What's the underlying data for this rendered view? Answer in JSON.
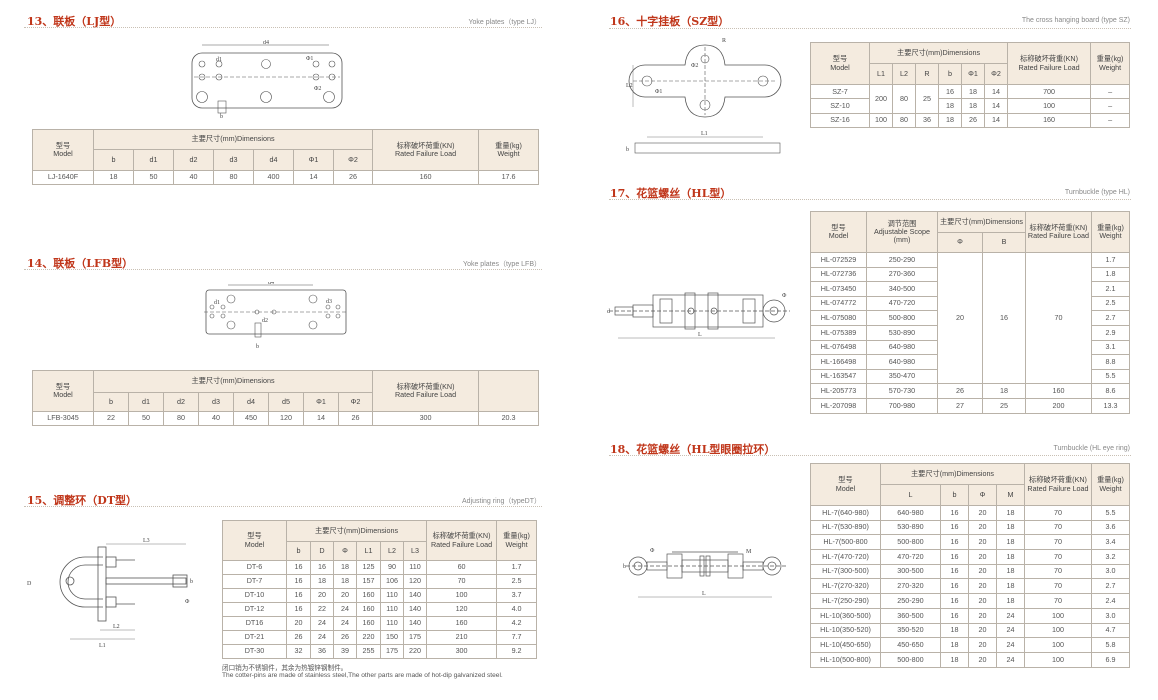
{
  "colors": {
    "title": "#c0361a",
    "header_bg": "#f4ebdf",
    "border": "#b9b2a8"
  },
  "sections": {
    "s13": {
      "title": "13、联板（LJ型）",
      "subtitle": "Yoke plates（type LJ）",
      "drawing_labels": {
        "d4": "d4",
        "d1": "d1",
        "d2": "d2",
        "d3": "d3",
        "phi1": "Φ1",
        "phi2": "Φ2",
        "b": "b"
      },
      "table": {
        "head": [
          {
            "t": "型号\nModel",
            "rs": 2
          },
          {
            "t": "主要尺寸(mm)Dimensions",
            "cs": 7
          },
          {
            "t": "标称破坏荷重(KN)\nRated Failure Load",
            "rs": 2
          },
          {
            "t": "重量(kg)\nWeight",
            "rs": 2
          }
        ],
        "sub": [
          "b",
          "d1",
          "d2",
          "d3",
          "d4",
          "Φ1",
          "Φ2"
        ],
        "rows": [
          [
            "LJ-1640F",
            "18",
            "50",
            "40",
            "80",
            "400",
            "14",
            "26",
            "160",
            "17.6"
          ]
        ]
      }
    },
    "s14": {
      "title": "14、联板（LFB型）",
      "subtitle": "Yoke plates（type LFB）",
      "drawing_labels": {
        "d4": "d4",
        "d1": "d1",
        "d2": "d2",
        "d3": "d3",
        "b": "b"
      },
      "table": {
        "head": [
          {
            "t": "型号\nModel",
            "rs": 2
          },
          {
            "t": "主要尺寸(mm)Dimensions",
            "cs": 8
          },
          {
            "t": "标称破坏荷重(KN)\nRated Failure Load",
            "rs": 2
          },
          {
            "t": "",
            "rs": 2
          }
        ],
        "sub": [
          "b",
          "d1",
          "d2",
          "d3",
          "d4",
          "d5",
          "Φ1",
          "Φ2"
        ],
        "rows": [
          [
            "LFB-3045",
            "22",
            "50",
            "80",
            "40",
            "450",
            "120",
            "14",
            "26",
            "300",
            "20.3"
          ]
        ]
      }
    },
    "s15": {
      "title": "15、调整环（DT型）",
      "subtitle": "Adjusting ring（typeDT）",
      "drawing_labels": {
        "L3": "L3",
        "L2": "L2",
        "L1": "L1",
        "D": "D",
        "b": "b",
        "phi": "Φ"
      },
      "table": {
        "head": [
          {
            "t": "型号\nModel",
            "rs": 2
          },
          {
            "t": "主要尺寸(mm)Dimensions",
            "cs": 6
          },
          {
            "t": "标称破坏荷重(KN)\nRated Failure Load",
            "rs": 2
          },
          {
            "t": "重量(kg)\nWeight",
            "rs": 2
          }
        ],
        "sub": [
          "b",
          "D",
          "Φ",
          "L1",
          "L2",
          "L3"
        ],
        "rows": [
          [
            "DT-6",
            "16",
            "16",
            "18",
            "125",
            "90",
            "110",
            "60",
            "1.7"
          ],
          [
            "DT-7",
            "16",
            "18",
            "18",
            "157",
            "106",
            "120",
            "70",
            "2.5"
          ],
          [
            "DT-10",
            "16",
            "20",
            "20",
            "160",
            "110",
            "140",
            "100",
            "3.7"
          ],
          [
            "DT-12",
            "16",
            "22",
            "24",
            "160",
            "110",
            "140",
            "120",
            "4.0"
          ],
          [
            "DT16",
            "20",
            "24",
            "24",
            "160",
            "110",
            "140",
            "160",
            "4.2"
          ],
          [
            "DT-21",
            "26",
            "24",
            "26",
            "220",
            "150",
            "175",
            "210",
            "7.7"
          ],
          [
            "DT-30",
            "32",
            "36",
            "39",
            "255",
            "175",
            "220",
            "300",
            "9.2"
          ]
        ]
      },
      "note_cn": "闭口销为不锈钢件，其余为热镀锌钢制件。",
      "note_en": "The cotter-pins are made of stainless steel,The other parts are made of hot-dip galvanized steel."
    },
    "s16": {
      "title": "16、十字挂板（SZ型）",
      "subtitle": "The cross hanging board (type SZ)",
      "drawing_labels": {
        "R": "R",
        "L2": "L2",
        "L1": "L1",
        "phi1": "Φ1",
        "phi2": "Φ2",
        "b": "b"
      },
      "table": {
        "head": [
          {
            "t": "型号\nModel",
            "rs": 2
          },
          {
            "t": "主要尺寸(mm)Dimensions",
            "cs": 6
          },
          {
            "t": "标称破坏荷重(KN)\nRated Failure Load",
            "rs": 2
          },
          {
            "t": "重量(kg)\nWeight",
            "rs": 2
          }
        ],
        "sub": [
          "L1",
          "L2",
          "R",
          "b",
          "Φ1",
          "Φ2"
        ],
        "rows": [
          [
            "SZ-7",
            {
              "v": "200",
              "rs": 2
            },
            {
              "v": "80",
              "rs": 2
            },
            {
              "v": "25",
              "rs": 2
            },
            "16",
            "18",
            "14",
            "700",
            "–"
          ],
          [
            "SZ-10",
            "18",
            "18",
            "14",
            "100",
            "–"
          ],
          [
            "SZ-16",
            "100",
            "80",
            "36",
            "18",
            "26",
            "14",
            "160",
            "–"
          ]
        ]
      }
    },
    "s17": {
      "title": "17、花篮螺丝（HL型）",
      "subtitle": "Turnbuckle (type HL)",
      "drawing_labels": {
        "L": "L",
        "phi": "Φ",
        "d": "d"
      },
      "table": {
        "head": [
          {
            "t": "型号\nModel",
            "rs": 2
          },
          {
            "t": "调节范围\nAdjustable Scope\n(mm)",
            "rs": 2
          },
          {
            "t": "主要尺寸(mm)Dimensions",
            "cs": 2
          },
          {
            "t": "标称破坏荷重(KN)\nRated Failure Load",
            "rs": 2
          },
          {
            "t": "重量(kg)\nWeight",
            "rs": 2
          }
        ],
        "sub": [
          "Φ",
          "B"
        ],
        "rows": [
          [
            "HL-072529",
            "250-290",
            {
              "v": "20",
              "rs": 9
            },
            {
              "v": "16",
              "rs": 9
            },
            {
              "v": "70",
              "rs": 9
            },
            "1.7"
          ],
          [
            "HL-072736",
            "270-360",
            "1.8"
          ],
          [
            "HL-073450",
            "340-500",
            "2.1"
          ],
          [
            "HL-074772",
            "470-720",
            "2.5"
          ],
          [
            "HL-075080",
            "500-800",
            "2.7"
          ],
          [
            "HL-075389",
            "530-890",
            "2.9"
          ],
          [
            "HL-076498",
            "640-980",
            "3.1"
          ],
          [
            "HL-166498",
            "640-980",
            "8.8"
          ],
          [
            "HL-163547",
            "350-470",
            "5.5"
          ],
          [
            "HL-205773",
            "570-730",
            "26",
            "18",
            "160",
            "8.6"
          ],
          [
            "HL-207098",
            "700-980",
            "27",
            "25",
            "200",
            "13.3"
          ]
        ]
      }
    },
    "s18": {
      "title": "18、花篮螺丝（HL型眼圈拉环）",
      "subtitle": "Turnbuckle (HL eye ring)",
      "drawing_labels": {
        "L": "L",
        "M": "M",
        "phi": "Φ",
        "b": "b"
      },
      "table": {
        "head": [
          {
            "t": "型号\nModel",
            "rs": 2
          },
          {
            "t": "主要尺寸(mm)Dimensions",
            "cs": 4
          },
          {
            "t": "标称破坏荷重(KN)\nRated Failure Load",
            "rs": 2
          },
          {
            "t": "重量(kg)\nWeight",
            "rs": 2
          }
        ],
        "sub": [
          "L",
          "b",
          "Φ",
          "M"
        ],
        "rows": [
          [
            "HL-7(640-980)",
            "640-980",
            "16",
            "20",
            "18",
            "70",
            "5.5"
          ],
          [
            "HL-7(530-890)",
            "530-890",
            "16",
            "20",
            "18",
            "70",
            "3.6"
          ],
          [
            "HL-7(500-800",
            "500-800",
            "16",
            "20",
            "18",
            "70",
            "3.4"
          ],
          [
            "HL-7(470-720)",
            "470-720",
            "16",
            "20",
            "18",
            "70",
            "3.2"
          ],
          [
            "HL-7(300-500)",
            "300-500",
            "16",
            "20",
            "18",
            "70",
            "3.0"
          ],
          [
            "HL-7(270-320)",
            "270-320",
            "16",
            "20",
            "18",
            "70",
            "2.7"
          ],
          [
            "HL-7(250-290)",
            "250-290",
            "16",
            "20",
            "18",
            "70",
            "2.4"
          ],
          [
            "HL-10(360-500)",
            "360-500",
            "16",
            "20",
            "24",
            "100",
            "3.0"
          ],
          [
            "HL-10(350-520)",
            "350-520",
            "18",
            "20",
            "24",
            "100",
            "4.7"
          ],
          [
            "HL-10(450-650)",
            "450-650",
            "18",
            "20",
            "24",
            "100",
            "5.8"
          ],
          [
            "HL-10(500-800)",
            "500-800",
            "18",
            "20",
            "24",
            "100",
            "6.9"
          ]
        ]
      }
    }
  }
}
